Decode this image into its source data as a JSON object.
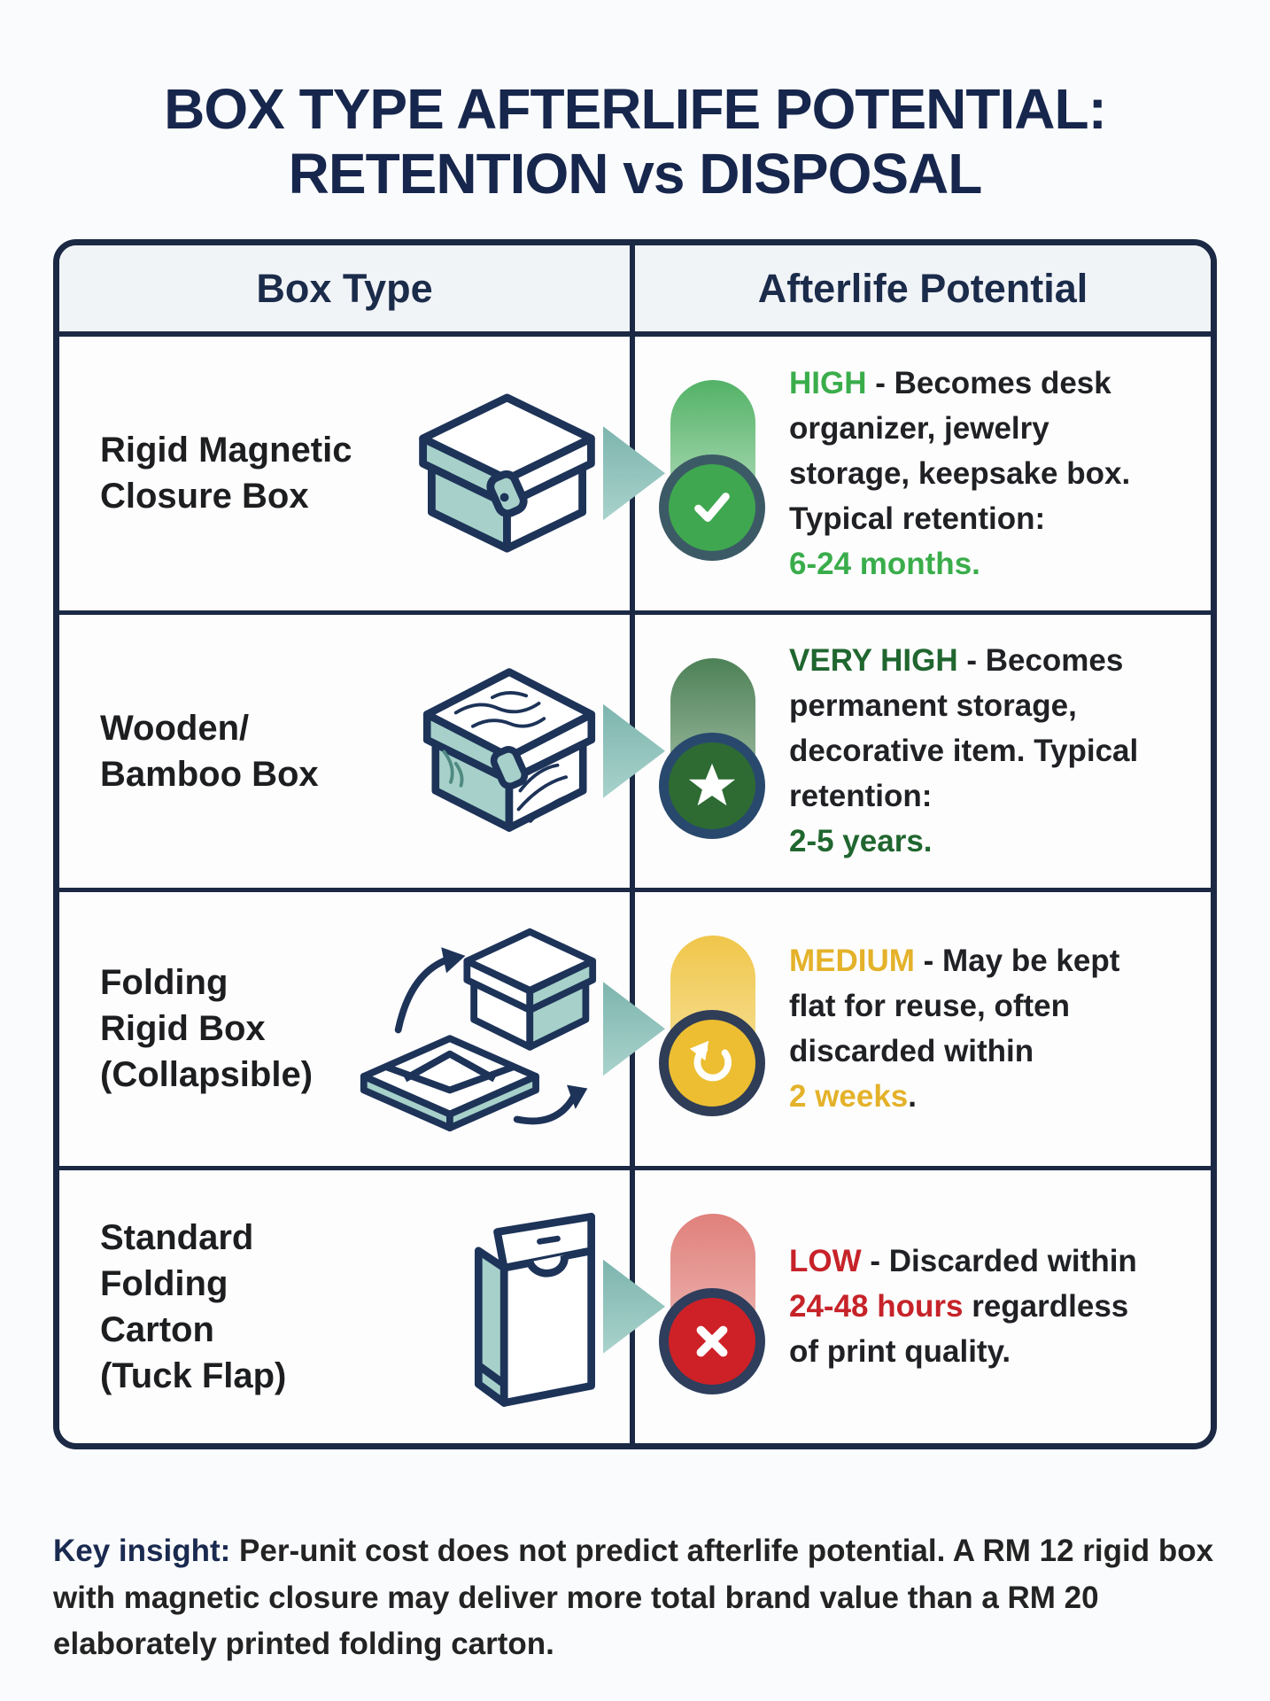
{
  "title": "BOX TYPE AFTERLIFE POTENTIAL:\nRETENTION vs DISPOSAL",
  "table": {
    "headers": [
      "Box Type",
      "Afterlife Potential"
    ],
    "rows": [
      {
        "id": "rigid-magnetic-closure-box",
        "label": "Rigid Magnetic\nClosure Box",
        "icon": "rigid-magnetic-box-icon",
        "level": "HIGH",
        "badge_glyph": "check",
        "colors": {
          "pill_from": "#52b266",
          "pill_to": "#cfe9d4",
          "ring": "#3c5a66",
          "fill": "#3fa750",
          "accent": "#3aad4b"
        },
        "segments": [
          {
            "t": "HIGH",
            "c": "accent"
          },
          {
            "t": " - Becomes desk\norganizer, jewelry\nstorage, keepsake box.\nTypical retention:\n",
            "c": "plain"
          },
          {
            "t": "6-24 months.",
            "c": "accent"
          }
        ]
      },
      {
        "id": "wooden-bamboo-box",
        "label": "Wooden/\nBamboo Box",
        "icon": "wooden-bamboo-box-icon",
        "level": "VERY HIGH",
        "badge_glyph": "star",
        "colors": {
          "pill_from": "#4d8156",
          "pill_to": "#b9cfbc",
          "ring": "#28496d",
          "fill": "#2d6b33",
          "accent": "#20662f"
        },
        "segments": [
          {
            "t": "VERY HIGH",
            "c": "accent"
          },
          {
            "t": " - Becomes\npermanent storage,\ndecorative item. Typical\nretention:\n",
            "c": "plain"
          },
          {
            "t": "2-5 years.",
            "c": "accent"
          }
        ]
      },
      {
        "id": "folding-rigid-box-collapsible",
        "label": "Folding\nRigid Box\n(Collapsible)",
        "icon": "folding-rigid-box-icon",
        "level": "MEDIUM",
        "badge_glyph": "refresh",
        "colors": {
          "pill_from": "#f0c64a",
          "pill_to": "#f8e8ae",
          "ring": "#2f3d57",
          "fill": "#edbe32",
          "accent": "#e4b22a"
        },
        "segments": [
          {
            "t": "MEDIUM",
            "c": "accent"
          },
          {
            "t": " - May be kept\nflat for reuse, often\ndiscarded within\n",
            "c": "plain"
          },
          {
            "t": "2 weeks",
            "c": "accent"
          },
          {
            "t": ".",
            "c": "plain"
          }
        ]
      },
      {
        "id": "standard-folding-carton-tuck-flap",
        "label": "Standard\nFolding\nCarton\n(Tuck Flap)",
        "icon": "folding-carton-icon",
        "level": "LOW",
        "badge_glyph": "cross",
        "colors": {
          "pill_from": "#e0807b",
          "pill_to": "#f1c6c3",
          "ring": "#2e3e5c",
          "fill": "#ce2127",
          "accent": "#c62329"
        },
        "segments": [
          {
            "t": "LOW",
            "c": "accent"
          },
          {
            "t": " - Discarded within\n",
            "c": "plain"
          },
          {
            "t": "24-48 hours",
            "c": "accent"
          },
          {
            "t": " regardless\nof print quality.",
            "c": "plain"
          }
        ]
      }
    ]
  },
  "key_insight": {
    "label": "Key insight:",
    "text": " Per-unit cost does not predict afterlife potential. A RM 12 rigid box with magnetic closure may deliver more total brand value than a RM 20 elaborately printed folding carton."
  },
  "theme": {
    "border_navy": "#1b2944",
    "title_navy": "#16264c",
    "header_bg": "#f1f4f7",
    "arrow_teal": "#8ac0ba",
    "icon_stroke": "#1d3358",
    "icon_teal": "#a6d0c9",
    "text_dark": "#202124"
  }
}
